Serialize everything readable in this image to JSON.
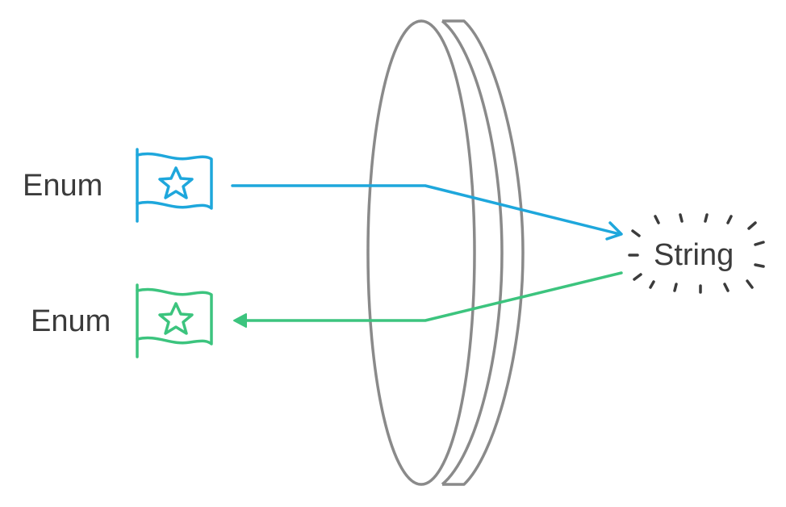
{
  "labels": {
    "enum_top": "Enum",
    "enum_bottom": "Enum",
    "string": "String"
  },
  "colors": {
    "blue": "#1ea7dc",
    "green": "#3cc47e",
    "lens": "#8a8a8a",
    "text": "#3b3b3b",
    "burst": "#3b3b3b"
  },
  "icons": {
    "top_flag": "flag-star-icon",
    "bottom_flag": "flag-star-icon",
    "lens": "lens-disc-icon",
    "burst": "sparkle-burst-icon"
  }
}
